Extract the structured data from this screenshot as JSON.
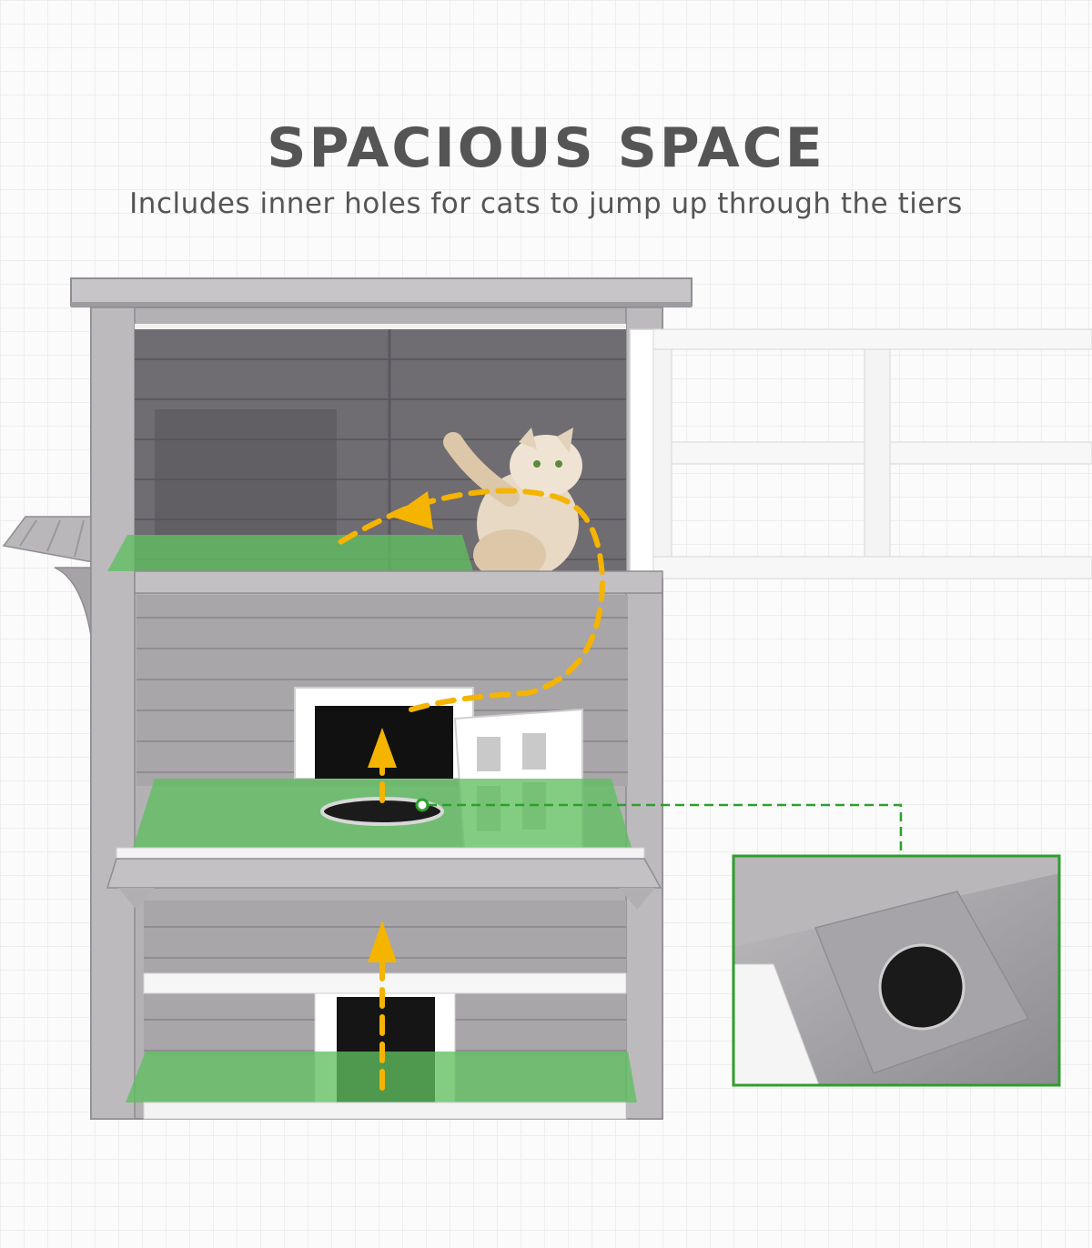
{
  "heading": {
    "title": "SPACIOUS SPACE",
    "subtitle": "Includes inner holes for cats to jump up through the tiers"
  },
  "colors": {
    "text": "#555555",
    "wood_grey": "#a9a7aa",
    "floor_highlight": "#5fbf5f",
    "arrow": "#f4b400",
    "callout_border": "#2e9e2e"
  },
  "icons": [
    "cat-house-illustration",
    "cat-photo",
    "path-arrow",
    "hole-detail-inset"
  ]
}
